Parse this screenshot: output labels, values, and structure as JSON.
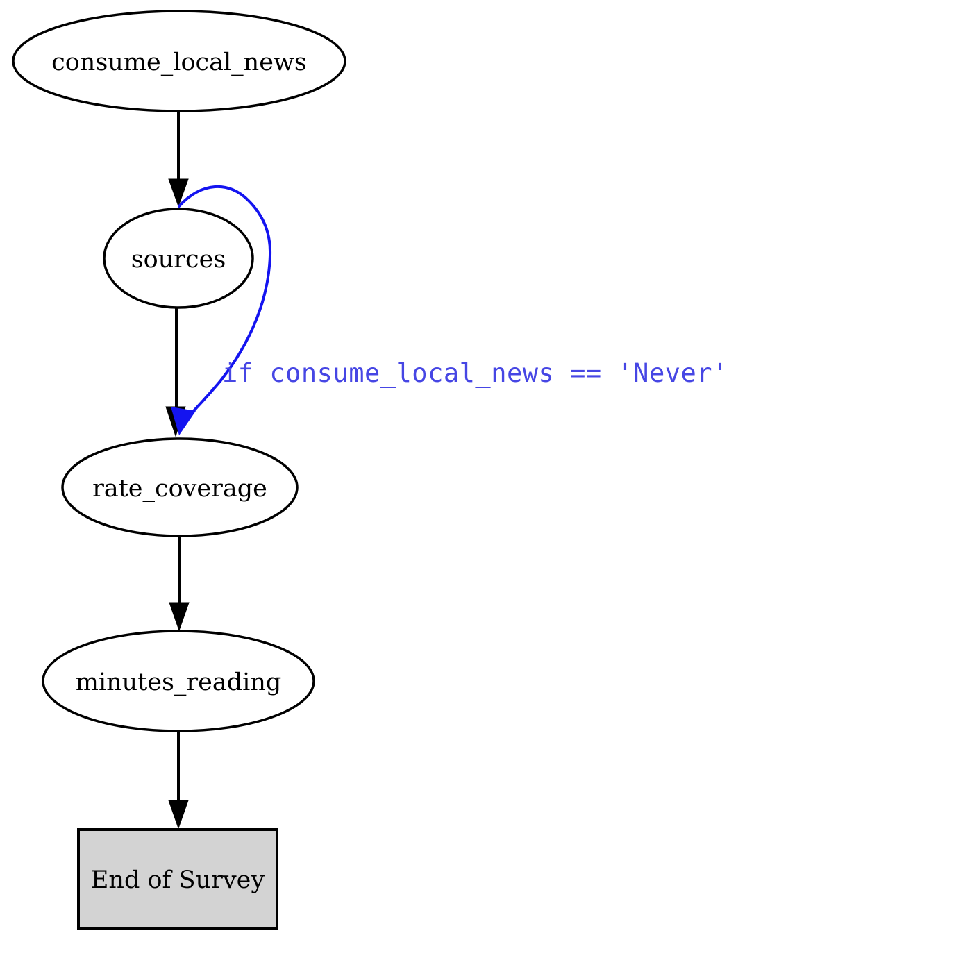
{
  "diagram": {
    "type": "flowchart",
    "description": "Survey flow graph with conditional skip edge",
    "colors": {
      "background": "#ffffff",
      "node_fill": "#ffffff",
      "node_stroke": "#000000",
      "node_text": "#000000",
      "edge": "#000000",
      "conditional_edge": "#1414f0",
      "conditional_label": "#4646e4",
      "end_node_fill": "#d3d3d3"
    },
    "nodes": [
      {
        "id": "consume_local_news",
        "label": "consume_local_news",
        "shape": "ellipse"
      },
      {
        "id": "sources",
        "label": "sources",
        "shape": "ellipse"
      },
      {
        "id": "rate_coverage",
        "label": "rate_coverage",
        "shape": "ellipse"
      },
      {
        "id": "minutes_reading",
        "label": "minutes_reading",
        "shape": "ellipse"
      },
      {
        "id": "end_of_survey",
        "label": "End of Survey",
        "shape": "box"
      }
    ],
    "edges": [
      {
        "from": "consume_local_news",
        "to": "sources",
        "type": "sequential",
        "label": ""
      },
      {
        "from": "sources",
        "to": "rate_coverage",
        "type": "sequential",
        "label": ""
      },
      {
        "from": "consume_local_news",
        "to": "rate_coverage",
        "type": "conditional-skip",
        "label": "if consume_local_news == 'Never'"
      },
      {
        "from": "rate_coverage",
        "to": "minutes_reading",
        "type": "sequential",
        "label": ""
      },
      {
        "from": "minutes_reading",
        "to": "end_of_survey",
        "type": "sequential",
        "label": ""
      }
    ]
  }
}
